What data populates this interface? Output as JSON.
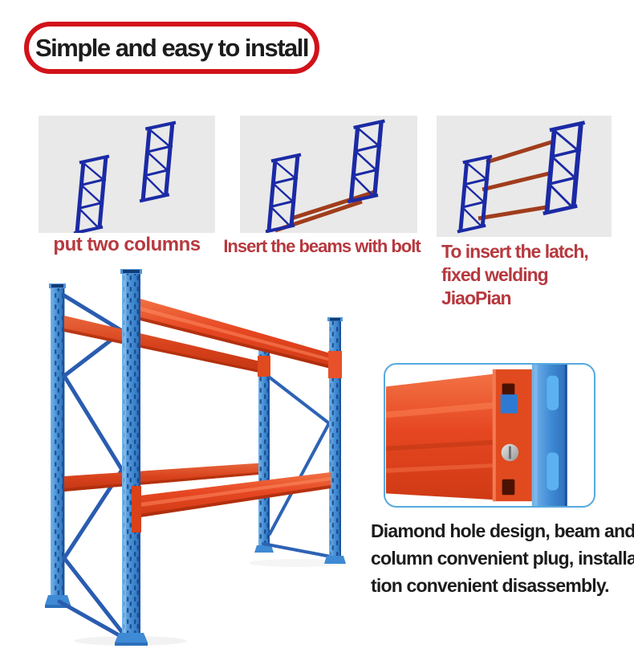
{
  "title": {
    "text": "Simple and easy to install"
  },
  "steps": [
    {
      "caption": "put two columns",
      "image_name": "two-upright-frames-illustration"
    },
    {
      "caption": "Insert the beams with bolt",
      "image_name": "frames-with-two-beams-illustration"
    },
    {
      "caption": "To insert the latch,\nfixed welding JiaoPian",
      "image_name": "assembled-rack-three-beams-illustration"
    }
  ],
  "main_image": {
    "name": "pallet-rack-product-photo"
  },
  "detail": {
    "image_name": "beam-column-connection-closeup",
    "caption": "Diamond hole design, beam and\ncolumn convenient plug, installa-\ntion convenient disassembly."
  },
  "colors": {
    "accent_red": "#d2121a",
    "caption_red": "#b6393f",
    "text_black": "#1c1c1c",
    "rack_blue": "#3f8ad4",
    "beam_orange": "#e64722",
    "diagram_navy": "#1b2aa5",
    "diagram_beam_brown": "#a03d1c",
    "step_box_bg": "#e9e9e9",
    "detail_border": "#57a9de"
  }
}
